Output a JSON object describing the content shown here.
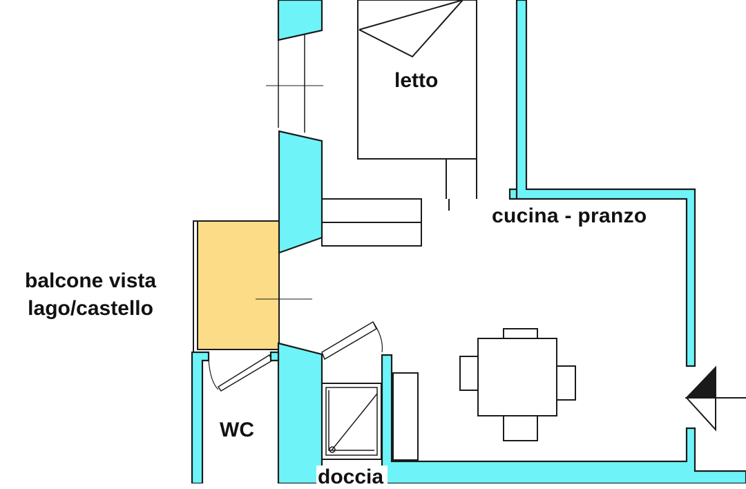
{
  "labels": {
    "letto": "letto",
    "cucina": "cucina - pranzo",
    "balcone_line1": "balcone vista",
    "balcone_line2": "lago/castello",
    "wc": "WC",
    "doccia": "doccia"
  },
  "colors": {
    "wall": "#6EF4F8",
    "balcony": "#FCDC86",
    "line": "#1a1a1a",
    "background": "#ffffff"
  },
  "icons": {
    "entrance": "entrance-arrow-icon"
  }
}
